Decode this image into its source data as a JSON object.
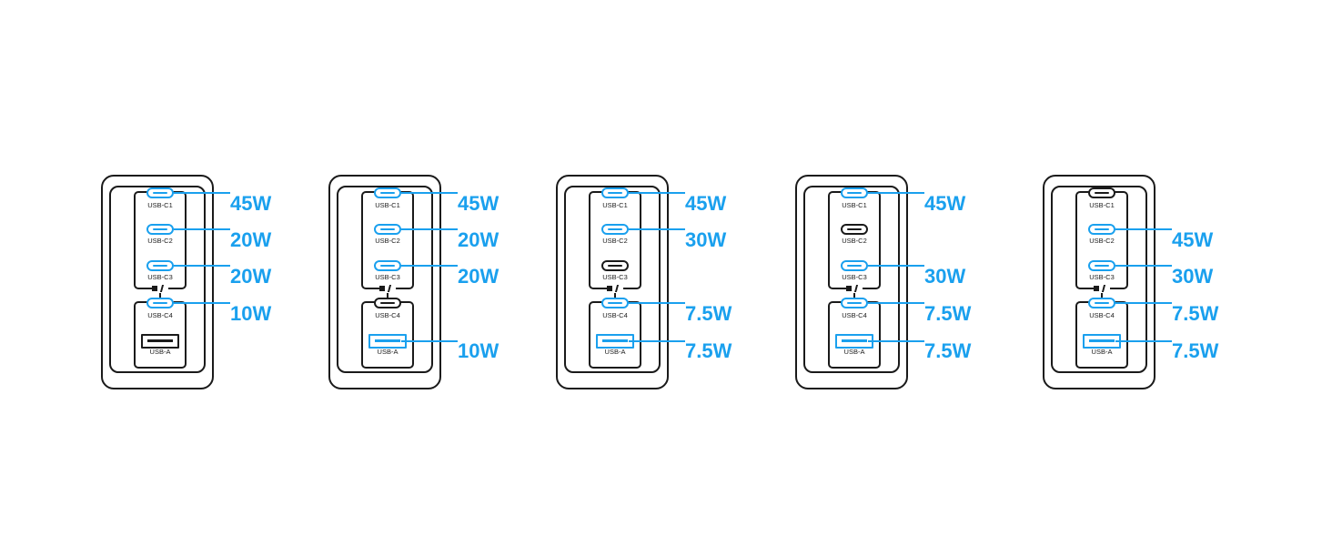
{
  "colors": {
    "active": "#1aa0ee",
    "inactive": "#1a1a1a"
  },
  "port_labels": [
    "USB-C1",
    "USB-C2",
    "USB-C3",
    "USB-C4",
    "USB-A"
  ],
  "configs": [
    {
      "ports": [
        {
          "active": true,
          "watts": "45W"
        },
        {
          "active": true,
          "watts": "20W"
        },
        {
          "active": true,
          "watts": "20W"
        },
        {
          "active": true,
          "watts": "10W"
        },
        {
          "active": false,
          "watts": ""
        }
      ]
    },
    {
      "ports": [
        {
          "active": true,
          "watts": "45W"
        },
        {
          "active": true,
          "watts": "20W"
        },
        {
          "active": true,
          "watts": "20W"
        },
        {
          "active": false,
          "watts": ""
        },
        {
          "active": true,
          "watts": "10W"
        }
      ]
    },
    {
      "ports": [
        {
          "active": true,
          "watts": "45W"
        },
        {
          "active": true,
          "watts": "30W"
        },
        {
          "active": false,
          "watts": ""
        },
        {
          "active": true,
          "watts": "7.5W"
        },
        {
          "active": true,
          "watts": "7.5W"
        }
      ]
    },
    {
      "ports": [
        {
          "active": true,
          "watts": "45W"
        },
        {
          "active": false,
          "watts": ""
        },
        {
          "active": true,
          "watts": "30W"
        },
        {
          "active": true,
          "watts": "7.5W"
        },
        {
          "active": true,
          "watts": "7.5W"
        }
      ]
    },
    {
      "ports": [
        {
          "active": false,
          "watts": ""
        },
        {
          "active": true,
          "watts": "45W"
        },
        {
          "active": true,
          "watts": "30W"
        },
        {
          "active": true,
          "watts": "7.5W"
        },
        {
          "active": true,
          "watts": "7.5W"
        }
      ]
    }
  ]
}
